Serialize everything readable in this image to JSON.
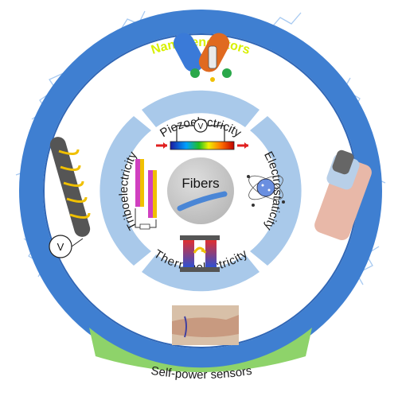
{
  "outer_ring": {
    "label": "Nanogenerators",
    "color": "#3f7fd1",
    "label_color": "#d8f000"
  },
  "bottom_band": {
    "label": "Self-power sensors",
    "color": "#8ed36a"
  },
  "inner_segments": [
    {
      "label": "Piezoelectricity"
    },
    {
      "label": "Electrostaticity"
    },
    {
      "label": "Thermoelectricity"
    },
    {
      "label": "Triboelectricity"
    }
  ],
  "center": {
    "label": "Fibers"
  },
  "voltmeter_symbol": "V",
  "colors": {
    "segment": "#a9c9ea",
    "center": "#c9c9c9",
    "fiber": "#4a86d6"
  },
  "icons": [
    "piezo-fiber-device-icon",
    "spiral-fiber-voltmeter-icon",
    "coaxial-fiber-icon",
    "wrist-sensor-photo-icon",
    "electrostatic-particle-icon",
    "triboelectric-layers-icon",
    "thermoelectric-module-icon",
    "spectrum-bar-icon"
  ]
}
